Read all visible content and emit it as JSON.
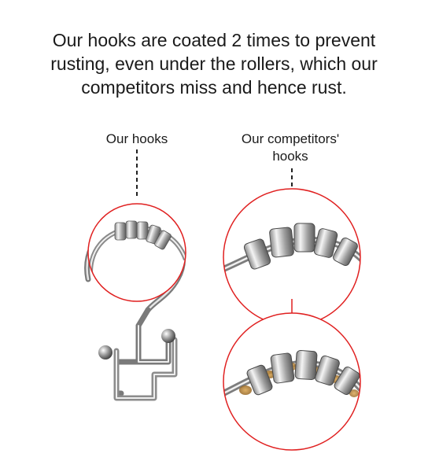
{
  "headline": {
    "line1": "Our hooks are coated 2 times to prevent",
    "line2": "rusting, even under the rollers, which our",
    "line3": "competitors miss and hence rust."
  },
  "labels": {
    "ours": "Our hooks",
    "competitors_line1": "Our competitors'",
    "competitors_line2": "hooks"
  },
  "colors": {
    "callout_circle": "#e02020",
    "arrow": "#e02020",
    "chrome_dark": "#6a6a6a",
    "chrome_light": "#f2f2f2",
    "rust": "#b07a2a"
  }
}
